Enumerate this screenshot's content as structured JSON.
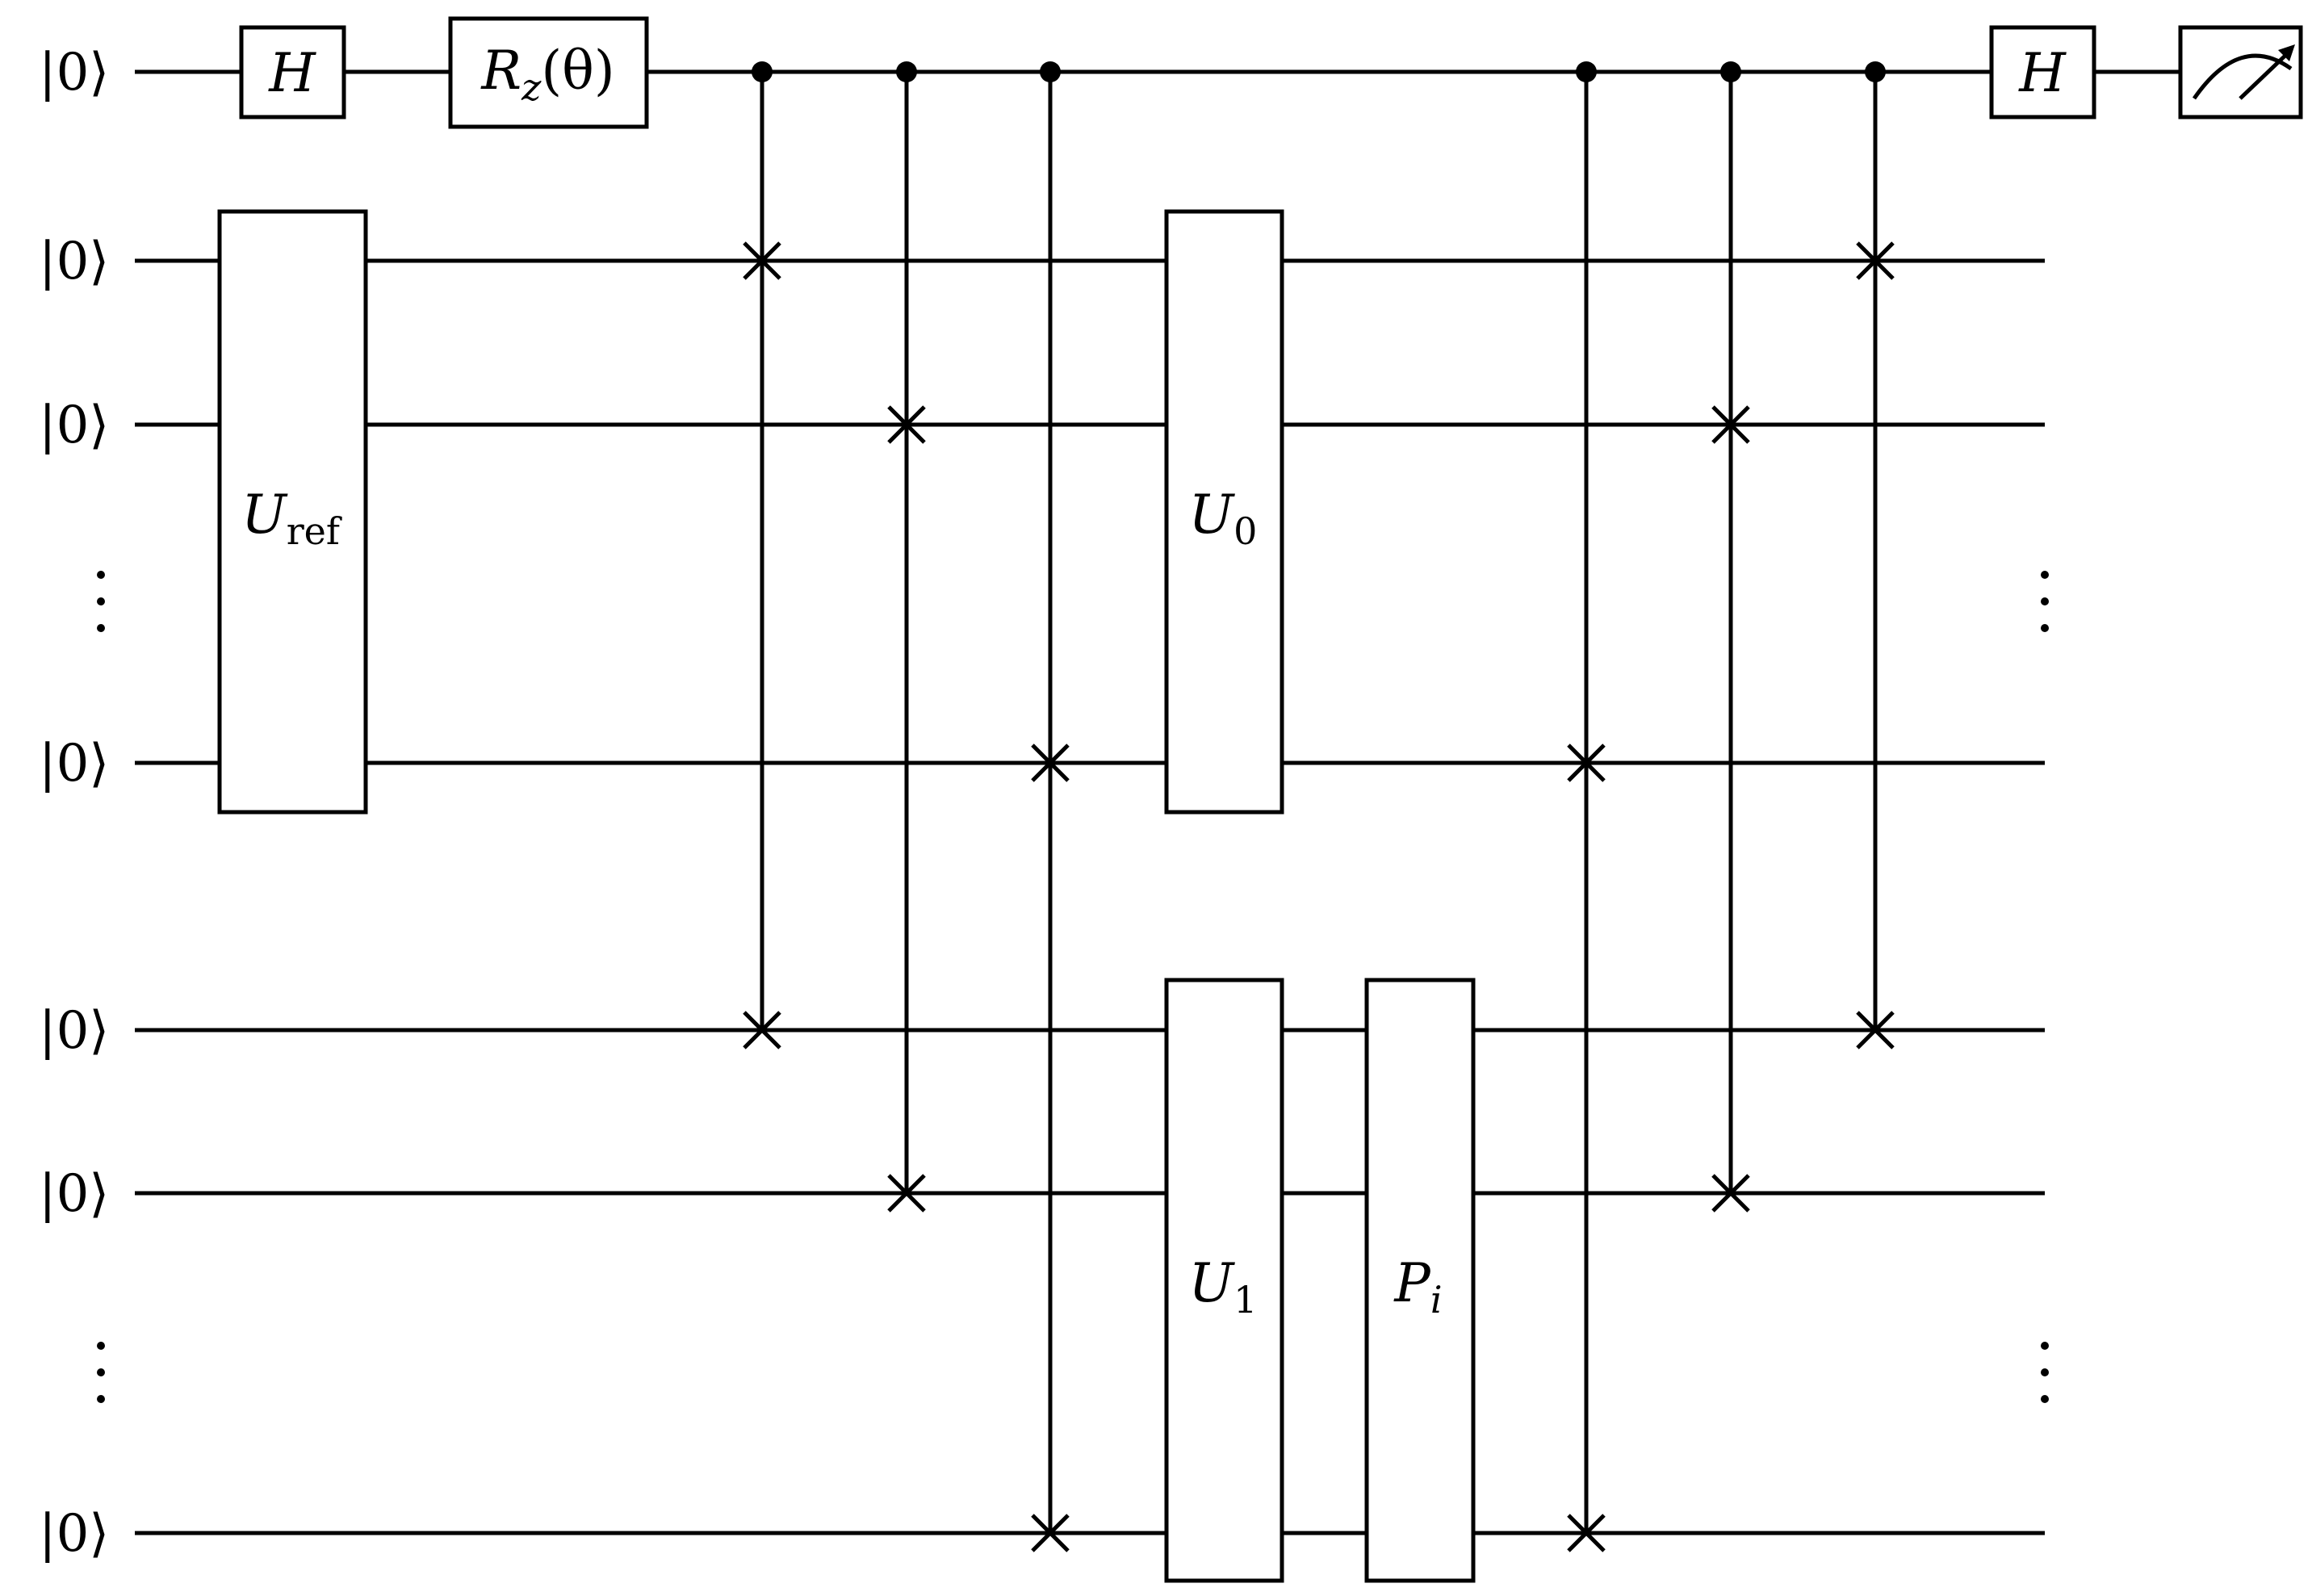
{
  "circuit": {
    "qubit_label": "|0⟩",
    "vdots_label": "⋮",
    "gates": {
      "hadamard_1": {
        "label": "H"
      },
      "rz": {
        "label": "R",
        "sub": "z",
        "arg": "(θ)"
      },
      "u_ref": {
        "label": "U",
        "sub": "ref"
      },
      "u0": {
        "label": "U",
        "sub": "0"
      },
      "u1": {
        "label": "U",
        "sub": "1"
      },
      "p_i": {
        "label": "P",
        "sub": "i"
      },
      "hadamard_2": {
        "label": "H"
      },
      "measurement": {
        "icon": "meter-icon"
      }
    },
    "controlled_swaps": [
      {
        "control": "ancilla",
        "targets": [
          "reg-a-1",
          "reg-b-1"
        ]
      },
      {
        "control": "ancilla",
        "targets": [
          "reg-a-2",
          "reg-b-2"
        ]
      },
      {
        "control": "ancilla",
        "targets": [
          "reg-a-n",
          "reg-b-n"
        ]
      },
      {
        "control": "ancilla",
        "targets": [
          "reg-a-n",
          "reg-b-n"
        ]
      },
      {
        "control": "ancilla",
        "targets": [
          "reg-a-2",
          "reg-b-2"
        ]
      },
      {
        "control": "ancilla",
        "targets": [
          "reg-a-1",
          "reg-b-1"
        ]
      }
    ]
  }
}
